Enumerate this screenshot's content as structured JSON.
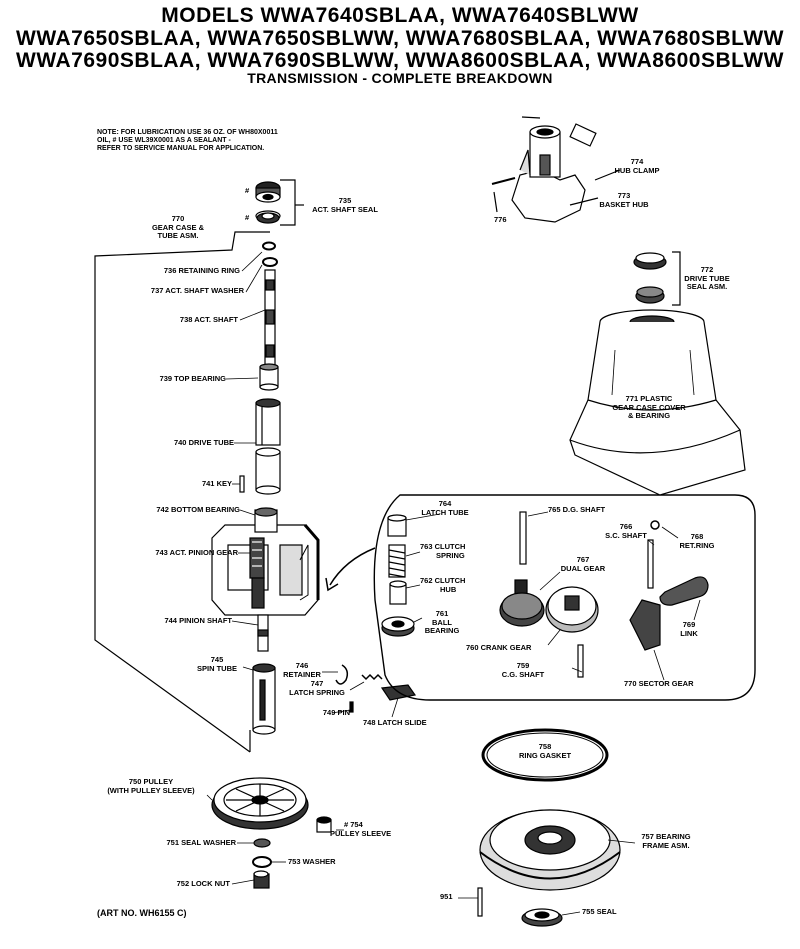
{
  "title": {
    "line1": "MODELS WWA7640SBLAA, WWA7640SBLWW",
    "line2": "WWA7650SBLAA, WWA7650SBLWW, WWA7680SBLAA, WWA7680SBLWW",
    "line3": "WWA7690SBLAA, WWA7690SBLWW, WWA8600SBLAA, WWA8600SBLWW",
    "subtitle": "TRANSMISSION - COMPLETE BREAKDOWN"
  },
  "note": {
    "line1": "NOTE: FOR LUBRICATION USE 36 OZ. OF WH80X0011",
    "line2": "OIL, # USE WL39X0001 AS A SEALANT -",
    "line3": "REFER TO SERVICE MANUAL FOR APPLICATION."
  },
  "parts": {
    "p735": {
      "num": "735",
      "name": "ACT. SHAFT SEAL"
    },
    "hash1": "#",
    "hash2": "#",
    "p770": {
      "num": "770",
      "line1": "GEAR CASE &",
      "line2": "TUBE ASM."
    },
    "p736": {
      "num": "736",
      "name": "RETAINING RING"
    },
    "p737": {
      "num": "737",
      "name": "ACT. SHAFT WASHER"
    },
    "p738": {
      "num": "738",
      "name": "ACT. SHAFT"
    },
    "p739": {
      "num": "739",
      "name": "TOP BEARING"
    },
    "p740": {
      "num": "740",
      "name": "DRIVE TUBE"
    },
    "p741": {
      "num": "741",
      "name": "KEY"
    },
    "p742": {
      "num": "742",
      "name": "BOTTOM BEARING"
    },
    "p743": {
      "num": "743",
      "name": "ACT. PINION GEAR"
    },
    "p744": {
      "num": "744",
      "name": "PINION SHAFT"
    },
    "p745": {
      "num": "745",
      "name": "SPIN TUBE"
    },
    "p746": {
      "num": "746",
      "name": "RETAINER"
    },
    "p747": {
      "num": "747",
      "name": "LATCH SPRING"
    },
    "p749": {
      "num": "749",
      "name": "PIN"
    },
    "p748": {
      "num": "748",
      "name": "LATCH SLIDE"
    },
    "p774": {
      "num": "774",
      "name": "HUB CLAMP"
    },
    "p773": {
      "num": "773",
      "name": "BASKET HUB"
    },
    "p776": {
      "num": "776"
    },
    "p772": {
      "num": "772",
      "line1": "DRIVE TUBE",
      "line2": "SEAL ASM."
    },
    "p771": {
      "line1": "771 PLASTIC",
      "line2": "GEAR CASE COVER",
      "line3": "& BEARING"
    },
    "p764": {
      "num": "764",
      "name": "LATCH TUBE"
    },
    "p765": {
      "num": "765",
      "name": "D.G. SHAFT"
    },
    "p763": {
      "num": "763",
      "line1": "CLUTCH",
      "line2": "SPRING"
    },
    "p762": {
      "num": "762",
      "line1": "CLUTCH",
      "line2": "HUB"
    },
    "p761": {
      "num": "761",
      "line1": "BALL",
      "line2": "BEARING"
    },
    "p767": {
      "num": "767",
      "name": "DUAL GEAR"
    },
    "p766": {
      "num": "766",
      "name": "S.C. SHAFT"
    },
    "p768": {
      "num": "768",
      "name": "RET.RING"
    },
    "p769": {
      "num": "769",
      "name": "LINK"
    },
    "p760": {
      "num": "760",
      "name": "CRANK GEAR"
    },
    "p759": {
      "num": "759",
      "name": "C.G. SHAFT"
    },
    "p770b": {
      "num": "770",
      "name": "SECTOR GEAR"
    },
    "p758": {
      "num": "758",
      "name": "RING GASKET"
    },
    "p750": {
      "num": "750",
      "name": "PULLEY",
      "sub": "(WITH PULLEY SLEEVE)"
    },
    "p751": {
      "num": "751",
      "name": "SEAL WASHER"
    },
    "p753": {
      "num": "753",
      "name": "WASHER"
    },
    "p752": {
      "num": "752",
      "name": "LOCK NUT"
    },
    "p754": {
      "num": "754",
      "name": "PULLEY SLEEVE",
      "hash": "#"
    },
    "p757": {
      "num": "757",
      "line1": "BEARING",
      "line2": "FRAME ASM."
    },
    "p951": {
      "num": "951"
    },
    "p755": {
      "num": "755",
      "name": "SEAL"
    }
  },
  "art_no": "(ART NO. WH6155 C)"
}
